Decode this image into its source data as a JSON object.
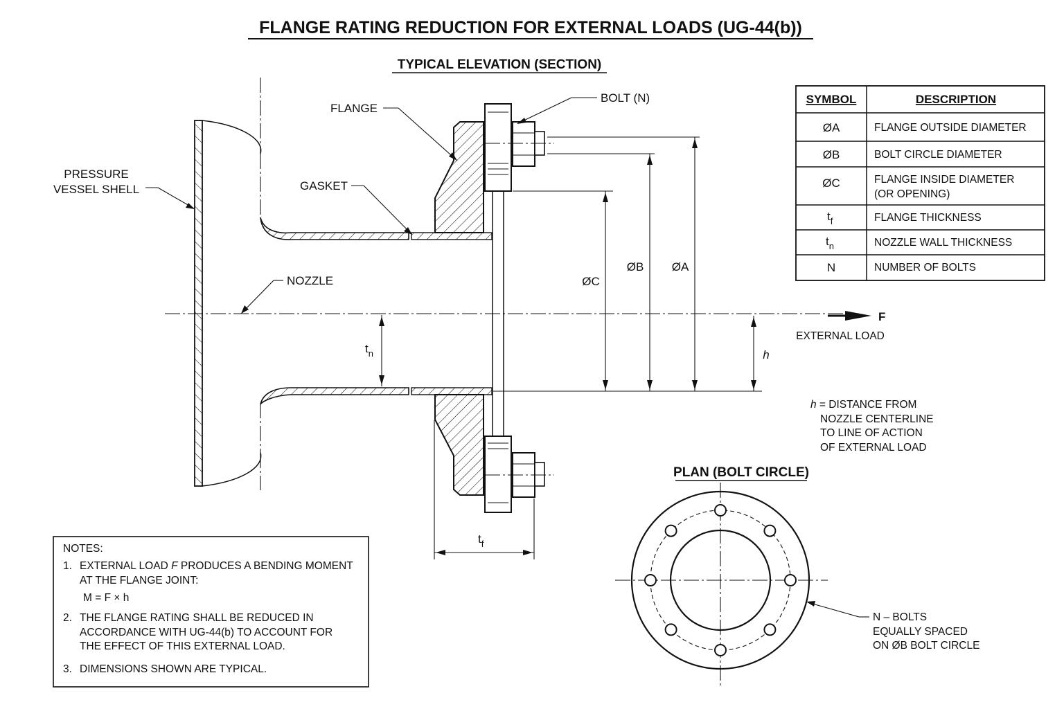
{
  "title": "FLANGE RATING REDUCTION FOR EXTERNAL LOADS (UG-44(b))",
  "elevation_title": "TYPICAL ELEVATION (SECTION)",
  "plan_title": "PLAN (BOLT CIRCLE)",
  "labels": {
    "flange": "FLANGE",
    "bolt": "BOLT (N)",
    "shell_line1": "PRESSURE",
    "shell_line2": "VESSEL SHELL",
    "gasket": "GASKET",
    "nozzle": "NOZZLE",
    "dim_c": "ØC",
    "dim_b": "ØB",
    "dim_a": "ØA",
    "tn_main": "t",
    "tn_sub": "n",
    "tf_main": "t",
    "tf_sub": "f",
    "h": "h",
    "force": "F",
    "external_load": "EXTERNAL LOAD"
  },
  "h_note": {
    "symbol": "h",
    "line1": " = DISTANCE FROM",
    "line2": "NOZZLE CENTERLINE",
    "line3": "TO LINE OF ACTION",
    "line4": "OF EXTERNAL LOAD"
  },
  "bolt_callout": {
    "line1": "N – BOLTS",
    "line2": "EQUALLY SPACED",
    "line3": "ON ØB BOLT CIRCLE"
  },
  "table": {
    "headers": [
      "SYMBOL",
      "DESCRIPTION"
    ],
    "rows": [
      {
        "symbol": "ØA",
        "sub": "",
        "desc1": "FLANGE OUTSIDE DIAMETER",
        "desc2": ""
      },
      {
        "symbol": "ØB",
        "sub": "",
        "desc1": "BOLT CIRCLE DIAMETER",
        "desc2": ""
      },
      {
        "symbol": "ØC",
        "sub": "",
        "desc1": "FLANGE INSIDE DIAMETER",
        "desc2": "(OR OPENING)"
      },
      {
        "symbol": "t",
        "sub": "f",
        "desc1": "FLANGE THICKNESS",
        "desc2": ""
      },
      {
        "symbol": "t",
        "sub": "n",
        "desc1": "NOZZLE WALL THICKNESS",
        "desc2": ""
      },
      {
        "symbol": "N",
        "sub": "",
        "desc1": "NUMBER OF BOLTS",
        "desc2": ""
      }
    ]
  },
  "notes": {
    "heading": "NOTES:",
    "n1_num": "1.",
    "n1_l1a": "EXTERNAL LOAD ",
    "n1_l1b": "F",
    "n1_l1c": " PRODUCES A BENDING MOMENT",
    "n1_l2": "AT THE FLANGE JOINT:",
    "n1_eq": "M = F × h",
    "n2_num": "2.",
    "n2_l1": "THE FLANGE RATING SHALL BE REDUCED IN",
    "n2_l2": "ACCORDANCE WITH UG-44(b) TO ACCOUNT FOR",
    "n2_l3": "THE EFFECT OF THIS EXTERNAL LOAD.",
    "n3_num": "3.",
    "n3_l1": "DIMENSIONS SHOWN ARE TYPICAL."
  }
}
